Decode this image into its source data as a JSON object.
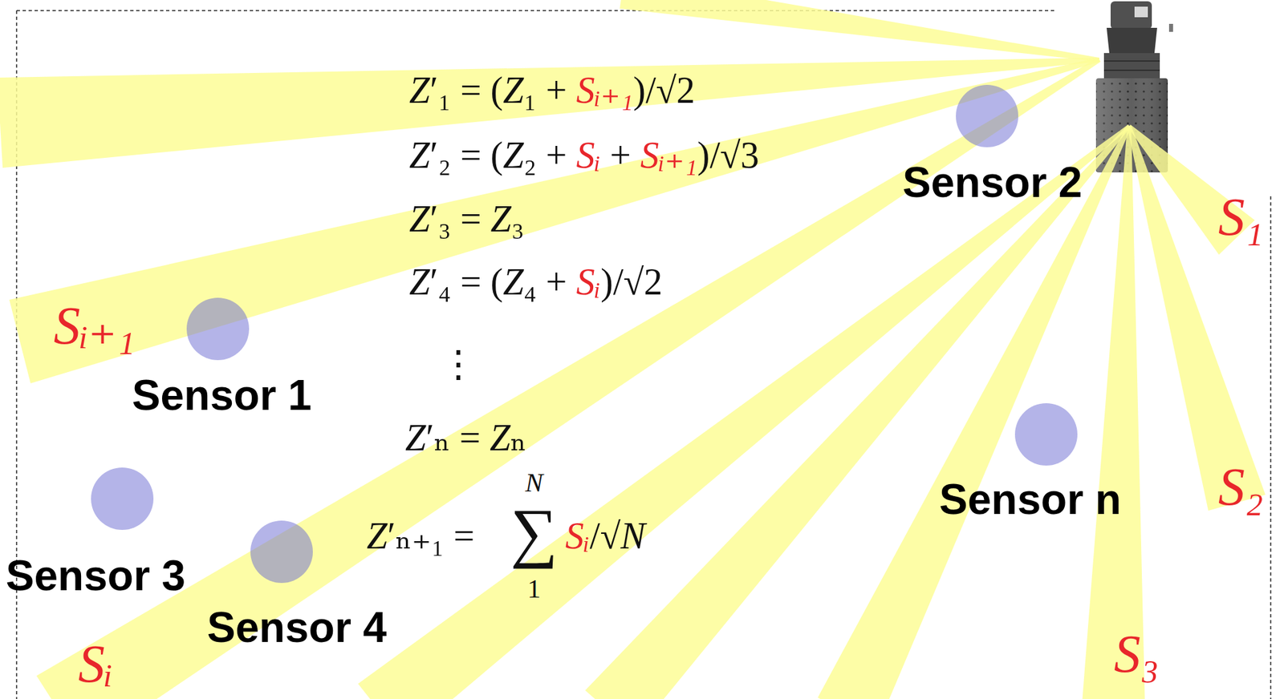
{
  "diagram": {
    "nodes": [
      {
        "text": [
          "Sensor 2"
        ]
      },
      {
        "text": [
          "Sensor 1"
        ]
      },
      {
        "text": [
          "Sensor n"
        ]
      },
      {
        "text": [
          "Sensor 3"
        ]
      },
      {
        "text": [
          "Sensor 4"
        ]
      }
    ],
    "labels": [
      "Z′₁ = (Z₁ + Sᵢ₊₁)/√2",
      "Z′₂ = (Z₂ + Sᵢ + Sᵢ₊₁)/√3",
      "Z′₃ = Z₃",
      "Z′₄ = (Z₄ + Sᵢ)/√2",
      "⋮",
      "Z′ₙ = Zₙ",
      "Z′ₙ₊₁ =",
      "N",
      "∑",
      "Sᵢ/√N",
      "1",
      "S₁",
      "Sᵢ₊₁",
      "S₂",
      "S₃",
      "Sᵢ"
    ]
  }
}
